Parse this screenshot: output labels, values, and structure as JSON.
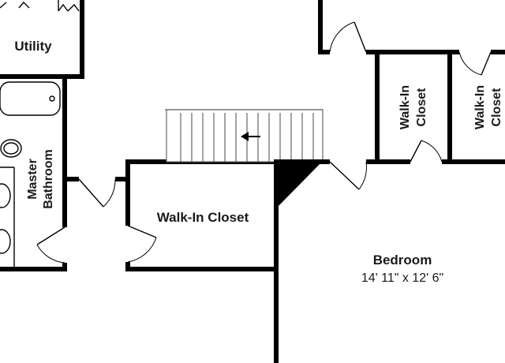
{
  "rooms": {
    "utility": "Utility",
    "master_bathroom_line1": "Master",
    "master_bathroom_line2": "Bathroom",
    "walk_in_closet_main": "Walk-In Closet",
    "walk_in_closet_a_line1": "Walk-In",
    "walk_in_closet_a_line2": "Closet",
    "walk_in_closet_b_line1": "Walk-In",
    "walk_in_closet_b_line2": "Closet",
    "bedroom": "Bedroom",
    "bedroom_dimensions": "14' 11\" x 12' 6\""
  },
  "stairs": {
    "direction": "left-arrow"
  }
}
